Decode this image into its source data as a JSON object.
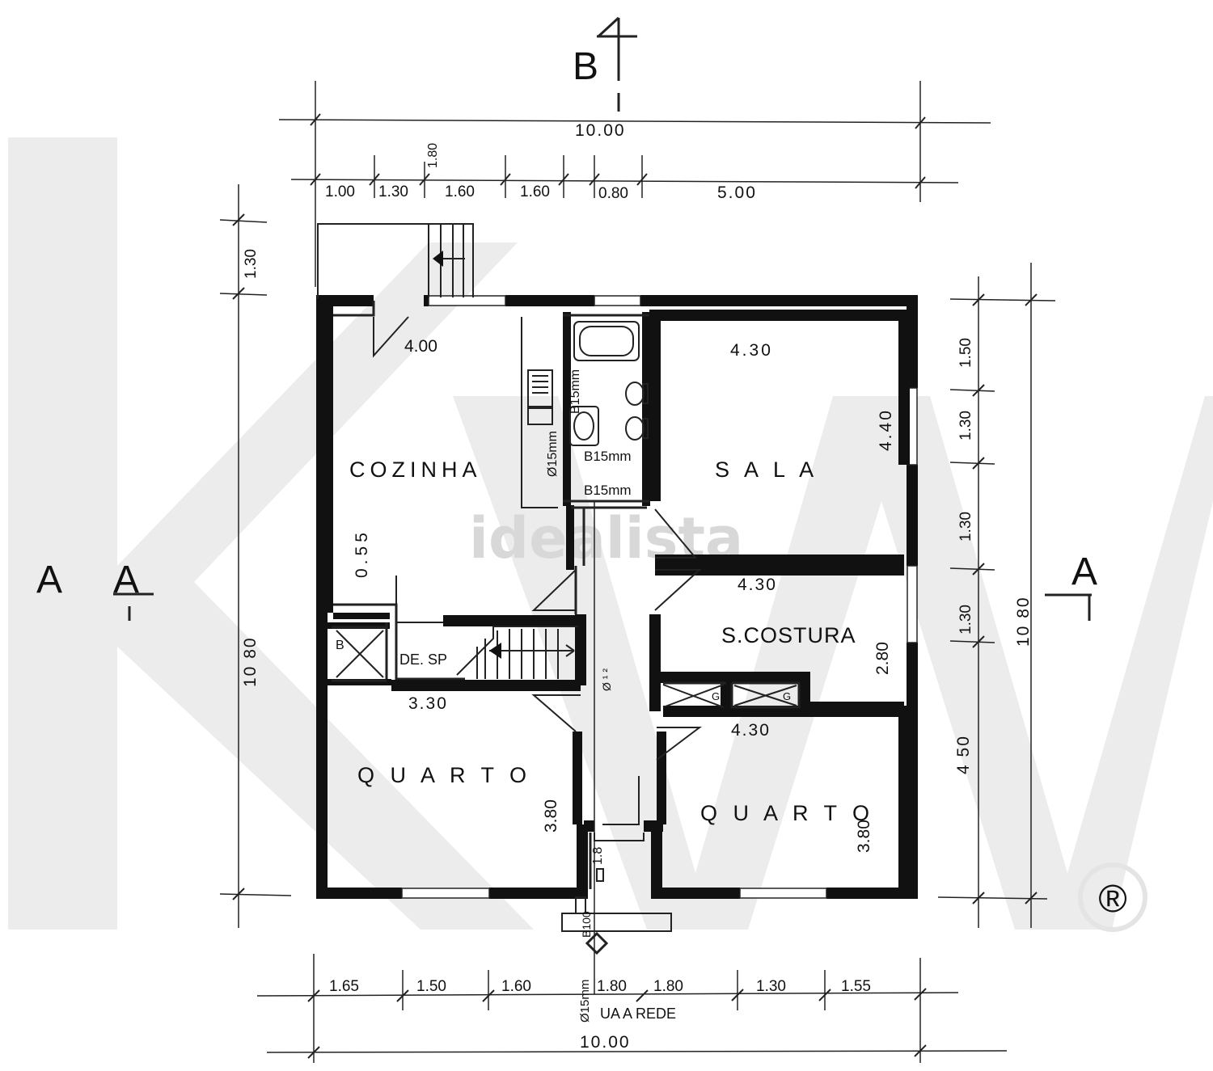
{
  "watermark": {
    "brand": "idealista",
    "registered": "®"
  },
  "rooms": {
    "cozinha": "COZINHA",
    "sala": "S A L A",
    "s_costura": "S.COSTURA",
    "quarto_left": "Q U A R T O",
    "quarto_right": "Q U A R T O",
    "despensa": "DE. SP"
  },
  "room_dims": {
    "cozinha_w": "4.00",
    "sala_w": "4.30",
    "sala_h": "4.40",
    "cozinha_h": "0.55",
    "costura_w": "4.30",
    "costura_h": "2.80",
    "quarto_l_w": "3.30",
    "quarto_l_h": "3.80",
    "quarto_r_w": "4.30",
    "quarto_r_h": "3.80"
  },
  "top_dims": {
    "total": "10.00",
    "segments": [
      "1.00",
      "1.30",
      "1.80",
      "1.60",
      "1.60",
      "0.80",
      "5.00"
    ]
  },
  "bottom_dims": {
    "total": "10.00",
    "segments": [
      "1.65",
      "1.50",
      "1.60",
      "1.80",
      "1.80",
      "1.30",
      "1.55"
    ],
    "note_left": "Ø15mm",
    "note_mid": "UA   A  REDE"
  },
  "left_dims": {
    "total": "10 80",
    "top": "1.30"
  },
  "right_dims": {
    "total": "10 80",
    "segments": [
      "1.50",
      "1.30",
      "1.30",
      "1.30",
      "4 50"
    ]
  },
  "sections": {
    "a_left_1": "A",
    "a_left_2": "A",
    "a_right": "A",
    "b_top": "B"
  },
  "pipes": {
    "b15_top": "B15mm",
    "b15_a": "B15mm",
    "b15_b": "B15mm",
    "o15_v": "Ø15mm",
    "o_hall": "Ø ¹ ²",
    "vert_18": "1.8",
    "bottom_b": "B100",
    "box_b": "B",
    "box_g1": "G",
    "box_g2": "G"
  }
}
